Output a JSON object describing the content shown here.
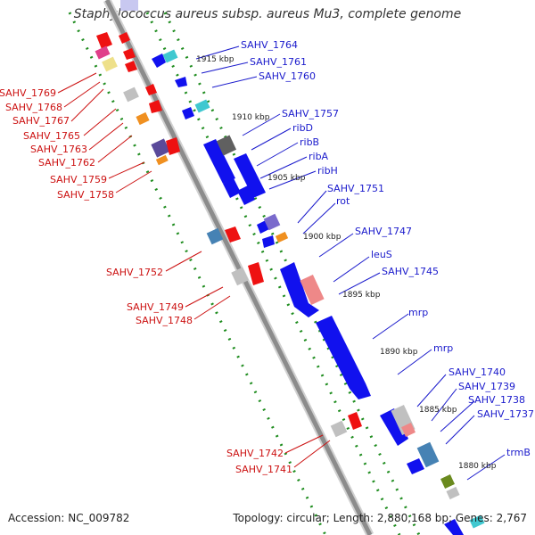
{
  "title": "Staphylococcus aureus subsp. aureus Mu3, complete genome",
  "footer": {
    "accession": "Accession: NC_009782",
    "summary": "Topology: circular; Length: 2,880,168 bp; Genes: 2,767"
  },
  "scale_labels": [
    "1915 kbp",
    "1910 kbp",
    "1905 kbp",
    "1900 kbp",
    "1895 kbp",
    "1890 kbp",
    "1885 kbp",
    "1880 kbp"
  ],
  "left_gene_labels": [
    "SAHV_1769",
    "SAHV_1768",
    "SAHV_1767",
    "SAHV_1765",
    "SAHV_1763",
    "SAHV_1762",
    "SAHV_1759",
    "SAHV_1758",
    "SAHV_1752",
    "SAHV_1749",
    "SAHV_1748",
    "SAHV_1742",
    "SAHV_1741"
  ],
  "right_gene_labels": [
    "SAHV_1764",
    "SAHV_1761",
    "SAHV_1760",
    "SAHV_1757",
    "ribD",
    "ribB",
    "ribA",
    "ribH",
    "SAHV_1751",
    "rot",
    "SAHV_1747",
    "leuS",
    "SAHV_1745",
    "mrp",
    "mrp",
    "SAHV_1740",
    "SAHV_1739",
    "SAHV_1738",
    "SAHV_1737",
    "trmB"
  ],
  "colors": {
    "backbone": "#8c8c8c",
    "scale_dots": "#1e8c1e",
    "left_labels": "#cc1111",
    "right_labels": "#1a1acc",
    "forward_genes": "#ee1111",
    "reverse_genes": "#1111ee"
  }
}
